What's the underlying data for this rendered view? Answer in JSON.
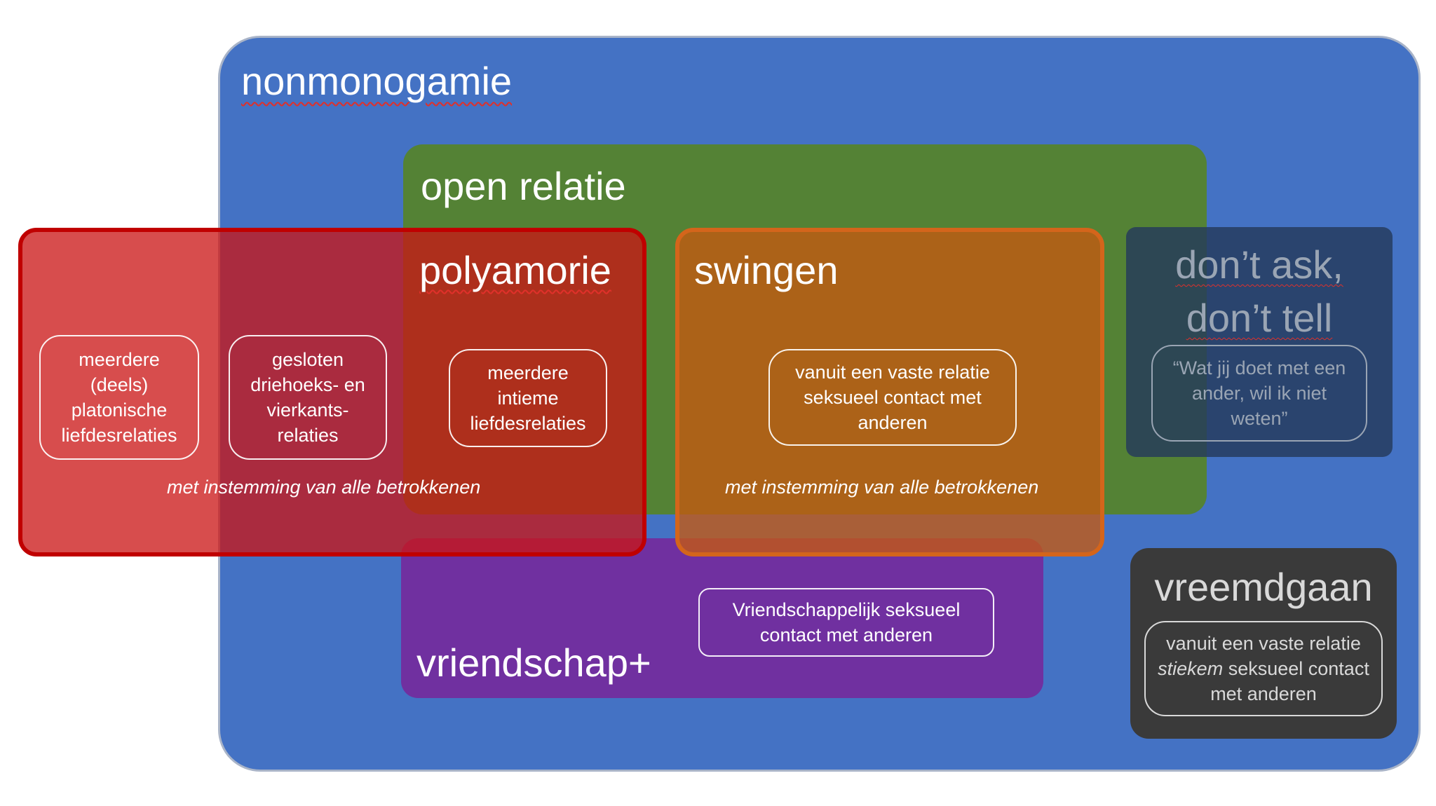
{
  "colors": {
    "nonmonogamie": "#4472c4",
    "open_relatie": "#548235",
    "polyamorie": "#c00000",
    "swingen": "#c55a11",
    "vriendschap": "#7030a0",
    "dont_ask": "#2f4a6d",
    "vreemdgaan": "#3a3a3a"
  },
  "nonmonogamie": {
    "title": "nonmonogamie"
  },
  "open_relatie": {
    "title": "open relatie"
  },
  "polyamorie": {
    "title": "polyamorie",
    "boxes": [
      "meerdere (deels) platonische liefdesrelaties",
      "gesloten driehoeks- en vierkants-relaties",
      "meerdere intieme liefdesrelaties"
    ],
    "note": "met  instemming van alle betrokkenen"
  },
  "swingen": {
    "title": "swingen",
    "box": "vanuit een vaste relatie seksueel contact met anderen",
    "note": "met  instemming van alle betrokkenen"
  },
  "dont_ask": {
    "title_line1": "don’t ask,",
    "title_line2": "don’t tell",
    "box": "“Wat jij doet met een ander, wil ik niet weten”"
  },
  "vriendschap": {
    "title": "vriendschap+",
    "box": "Vriendschappelijk seksueel contact met anderen"
  },
  "vreemdgaan": {
    "title": "vreemdgaan",
    "box_before": "vanuit een vaste relatie",
    "box_emphasis": "stiekem",
    "box_after": "seksueel contact met anderen"
  }
}
